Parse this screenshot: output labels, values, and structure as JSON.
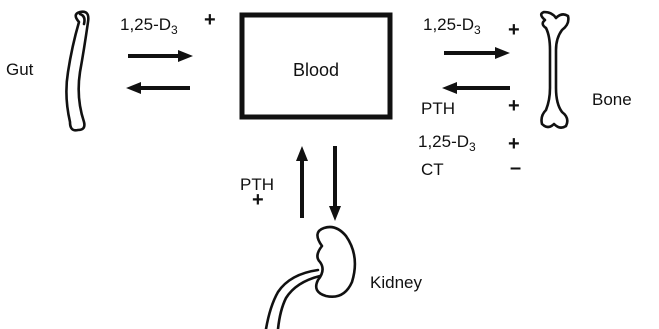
{
  "diagram": {
    "center": "Blood",
    "organs": {
      "gut": "Gut",
      "bone": "Bone",
      "kidney": "Kidney"
    },
    "gut_link": {
      "prefix": "1,25-D",
      "sub": "3",
      "sign": "+"
    },
    "bone_link": {
      "top": {
        "prefix": "1,25-D",
        "sub": "3",
        "sign": "+"
      },
      "regulators": [
        {
          "label": "PTH",
          "sign": "+"
        },
        {
          "prefix": "1,25-D",
          "sub": "3",
          "sign": "+"
        },
        {
          "label": "CT",
          "sign": "–"
        }
      ]
    },
    "kidney_link": {
      "label": "PTH",
      "sign": "+"
    }
  }
}
